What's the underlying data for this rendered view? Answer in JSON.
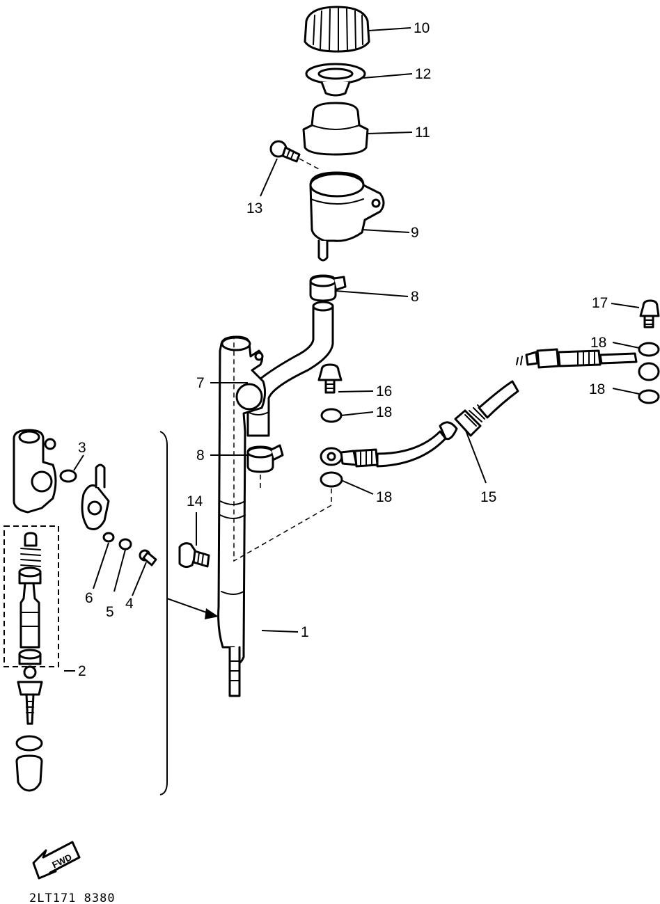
{
  "diagram": {
    "drawing_code": "2LT171 8380",
    "fwd_label": "FWD",
    "callouts": {
      "p1": "1",
      "p2": "2",
      "p3": "3",
      "p4": "4",
      "p5": "5",
      "p6": "6",
      "p7": "7",
      "p8a": "8",
      "p8b": "8",
      "p9": "9",
      "p10": "10",
      "p11": "11",
      "p12": "12",
      "p13": "13",
      "p14": "14",
      "p15": "15",
      "p16": "16",
      "p17": "17",
      "p18a": "18",
      "p18b": "18",
      "p18c": "18",
      "p18d": "18"
    }
  }
}
